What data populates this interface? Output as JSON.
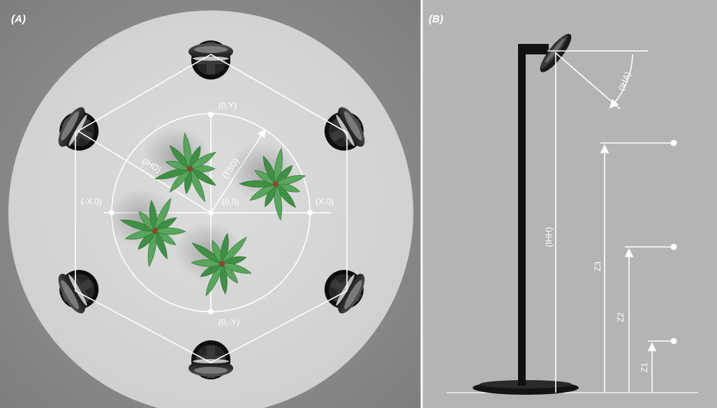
{
  "panel_a": {
    "label": "(A)",
    "coords": {
      "top": "(0,Y)",
      "bottom": "(0,-Y)",
      "left": "(-X,0)",
      "right": "(X,0)",
      "center": "(0,0)"
    },
    "dimensions": {
      "ihd": "(IHD)",
      "tsd": "(TSD)"
    },
    "lamp_count": 6,
    "plant_count": 4
  },
  "panel_b": {
    "label": "(B)",
    "angle": "(IHA)",
    "height": "(IHH)",
    "z_levels": [
      "Z3",
      "Z2",
      "Z1"
    ]
  },
  "colors": {
    "panel_a_bg": "#8c8c8c",
    "panel_b_bg": "#b4b4b4",
    "disc": "#d3d3d3",
    "lines": "#ffffff",
    "leaf": "#3f8f45",
    "plant_center": "#8a4a2a",
    "lamp": "#1a1a1a"
  }
}
